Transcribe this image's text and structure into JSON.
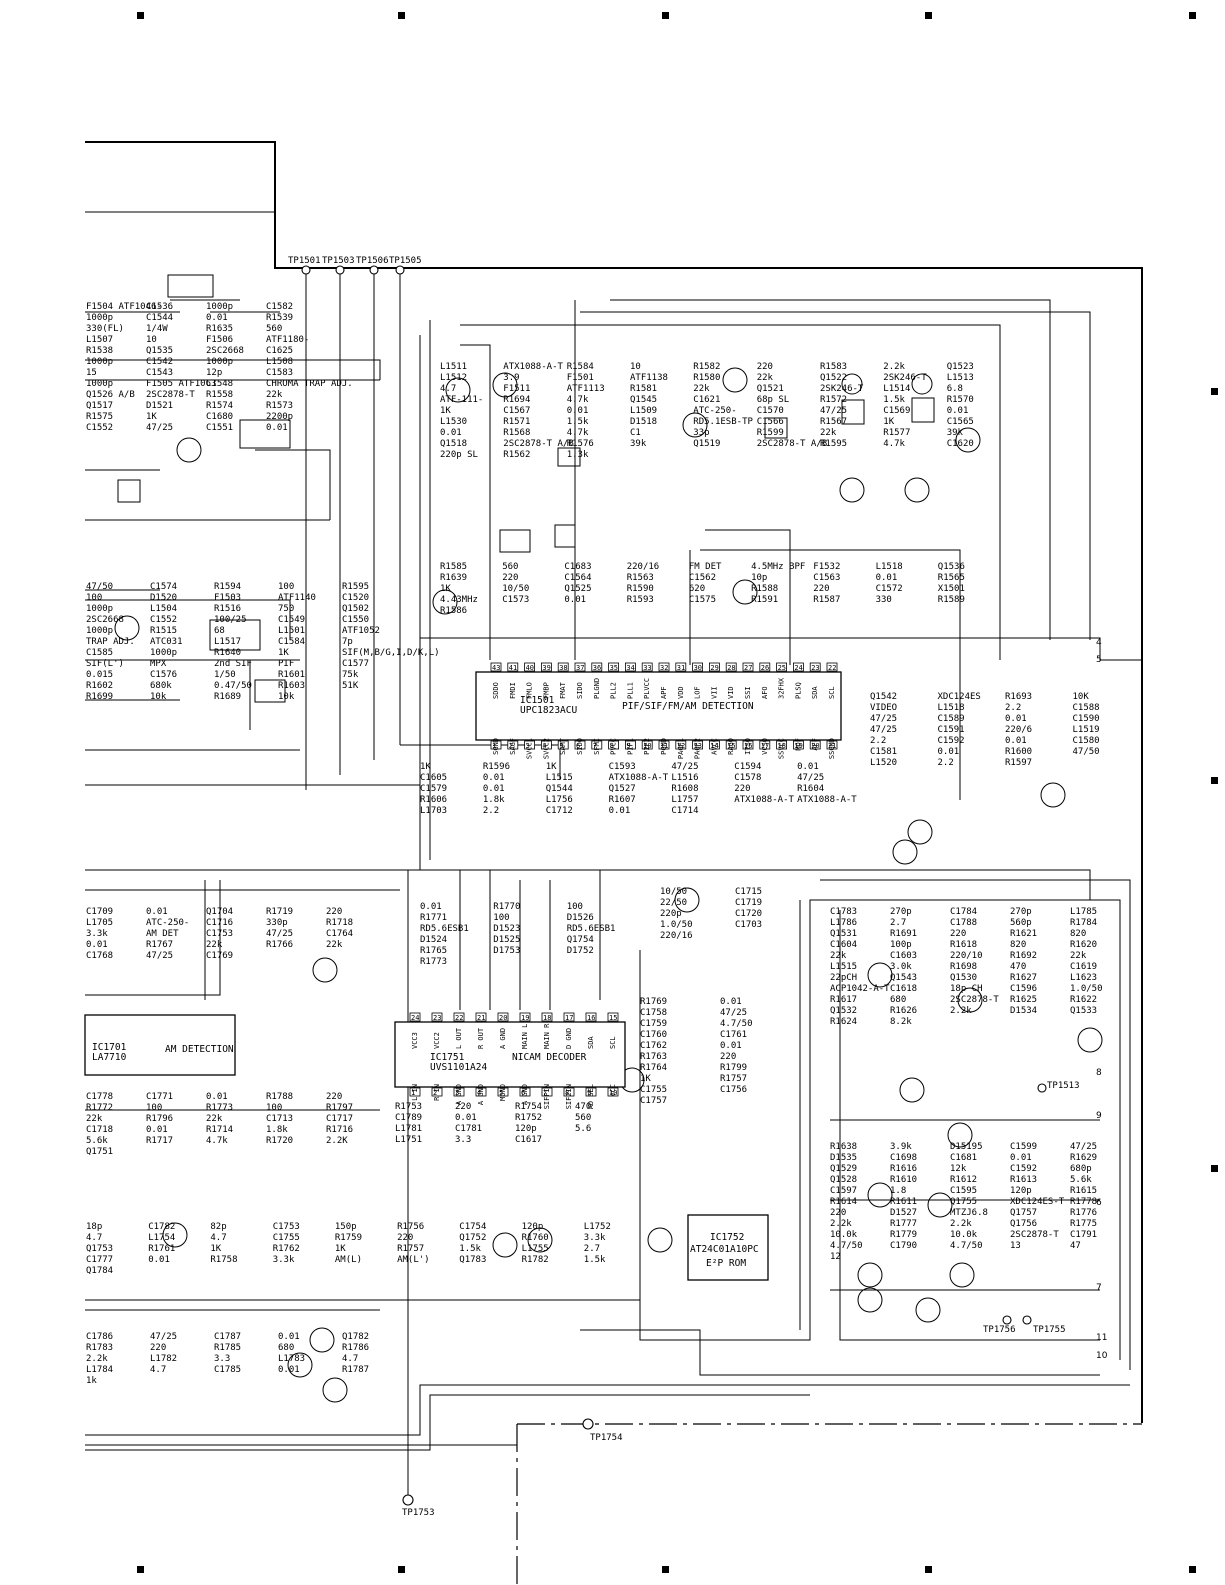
{
  "testpoints": {
    "tp1501": "TP1501",
    "tp1503": "TP1503",
    "tp1506": "TP1506",
    "tp1505": "TP1505",
    "tp1754": "TP1754",
    "tp1753": "TP1753",
    "tp1513": "TP1513",
    "tp1756": "TP1756",
    "tp1755": "TP1755"
  },
  "ics": {
    "ic1501": {
      "ref": "IC1501",
      "part": "UPC1823ACU",
      "function": "PIF/SIF/FM/AM DETECTION",
      "top_pins": [
        "SDDO",
        "FMDI",
        "FMLO",
        "FMBP",
        "FMAT",
        "SIDO",
        "PLGND",
        "PLL2",
        "PLL1",
        "PLVCC",
        "APF",
        "VDD",
        "LOF",
        "VII",
        "VID",
        "SSI",
        "AFO",
        "32FHX",
        "PLSQ",
        "SDA",
        "SCL"
      ],
      "top_nums": [
        "43",
        "41",
        "40",
        "39",
        "38",
        "37",
        "36",
        "35",
        "34",
        "33",
        "32",
        "31",
        "30",
        "29",
        "28",
        "27",
        "26",
        "25",
        "24",
        "23",
        "22"
      ],
      "bot_pins": [
        "SGND",
        "SAGF",
        "SVCC1",
        "SVCC2",
        "SAMT",
        "SIDO",
        "SFMI",
        "PVCC",
        "PIF1",
        "PIF2",
        "PGND",
        "PAGF1",
        "PAGF2",
        "AVCC",
        "RAGO",
        "ITSO",
        "VCSO",
        "SSVCC",
        "MOF",
        "AFF",
        "SSGND"
      ],
      "bot_nums": [
        "1",
        "2",
        "3",
        "4",
        "5",
        "6",
        "7",
        "8",
        "9",
        "10",
        "11",
        "12",
        "13",
        "14",
        "15",
        "16",
        "17",
        "18",
        "19",
        "20",
        "21"
      ]
    },
    "ic1751": {
      "ref": "IC1751",
      "part": "UVS1101A24",
      "function": "NICAM DECODER",
      "top_pins": [
        "VCC3",
        "VCC2",
        "L OUT",
        "R OUT",
        "A GND",
        "MAIN L",
        "MAIN R",
        "D GND",
        "SDA",
        "SCL"
      ],
      "top_nums": [
        "24",
        "23",
        "22",
        "21",
        "20",
        "19",
        "18",
        "17",
        "16",
        "15"
      ],
      "bot_pins": [
        "L IN",
        "R IN",
        "A GND",
        "A GND",
        "MONO",
        "A GND",
        "SIFFIN",
        "SIF2IN",
        "AD SEL",
        "VCC"
      ],
      "bot_nums": [
        "1",
        "2",
        "3",
        "4",
        "5",
        "6",
        "7",
        "8",
        "9",
        "10"
      ]
    },
    "ic1701": {
      "ref": "IC1701",
      "part": "LA7710",
      "function": "AM DETECTION"
    },
    "ic1752": {
      "ref": "IC1752",
      "part": "AT24C01A10PC",
      "function": "E²P ROM"
    }
  },
  "labels": [
    "F1504 ATF1046-",
    "C1536",
    "1000p",
    "C1582",
    "1000p",
    "C1544",
    "0.01",
    "R1539",
    "330(FL)",
    "1/4W",
    "R1635",
    "560",
    "L1507",
    "10",
    "F1506",
    "ATF1180-",
    "R1538",
    "Q1535",
    "2SC2668",
    "C1625",
    "1000p",
    "C1542",
    "1000p",
    "L1508",
    "15",
    "C1543",
    "12p",
    "C1583",
    "1000p",
    "F1505 ATF1063",
    "C1548",
    "CHROMA TRAP ADJ.",
    "Q1526 A/B",
    "2SC2878-T",
    "R1558",
    "22k",
    "Q1517",
    "D1521",
    "R1574",
    "R1573",
    "R1575",
    "1K",
    "C1680",
    "2200p",
    "C1552",
    "47/25",
    "C1551",
    "0.01",
    "L1511",
    "ATX1088-A-T",
    "R1584",
    "10",
    "R1582",
    "220",
    "R1583",
    "2.2k",
    "Q1523",
    "L1512",
    "3.9",
    "F1501",
    "ATF1138",
    "R1580",
    "22k",
    "Q1522",
    "2SK246-T",
    "L1513",
    "4.7",
    "F1511",
    "ATF1113",
    "R1581",
    "22k",
    "Q1521",
    "2SK246-T",
    "L1514",
    "6.8",
    "ATF-111-",
    "R1694",
    "4.7k",
    "Q1545",
    "C1621",
    "68p SL",
    "R1572",
    "1.5k",
    "R1570",
    "1K",
    "C1567",
    "0.01",
    "L1509",
    "ATC-250-",
    "C1570",
    "47/25",
    "C1569",
    "0.01",
    "L1530",
    "R1571",
    "1.5k",
    "D1518",
    "RD5.1ESB-TP",
    "C1566",
    "R1567",
    "1K",
    "C1565",
    "0.01",
    "R1568",
    "4.7k",
    "C1",
    "33p",
    "R1599",
    "22k",
    "R1577",
    "39k",
    "Q1518",
    "2SC2878-T A/B",
    "R1576",
    "39k",
    "Q1519",
    "2SC2878-T A/B",
    "R1595",
    "4.7k",
    "C1620",
    "220p SL",
    "R1562",
    "1.3k",
    "R1585",
    "560",
    "C1683",
    "220/16",
    "FM DET",
    "4.5MHz BPF",
    "F1532",
    "L1518",
    "Q1536",
    "R1639",
    "220",
    "C1564",
    "R1563",
    "C1562",
    "10p",
    "C1563",
    "0.01",
    "R1565",
    "1K",
    "10/50",
    "Q1525",
    "R1590",
    "620",
    "R1588",
    "220",
    "C1572",
    "X1501",
    "4.43MHz",
    "C1573",
    "0.01",
    "R1593",
    "C1575",
    "R1591",
    "R1587",
    "330",
    "R1589",
    "R1586",
    "47/50",
    "C1574",
    "R1594",
    "100",
    "R1595",
    "100",
    "D1520",
    "F1503",
    "ATF1140",
    "C1520",
    "1000p",
    "L1504",
    "R1516",
    "750",
    "Q1502",
    "2SC2668",
    "C1552",
    "100/25",
    "C1549",
    "C1550",
    "1000p",
    "R1515",
    "68",
    "L1501",
    "ATF1052",
    "TRAP ADJ.",
    "ATC031",
    "L1517",
    "C1584",
    "7p",
    "C1585",
    "1000p",
    "R1640",
    "1K",
    "SIF(M,B/G,I,D/K,L)",
    "SIF(L')",
    "MPX",
    "2nd SIF",
    "PIF",
    "C1577",
    "0.015",
    "C1576",
    "1/50",
    "R1601",
    "75k",
    "R1602",
    "680k",
    "0.47/50",
    "R1603",
    "51K",
    "R1699",
    "10k",
    "R1689",
    "10k",
    "Q1542",
    "XDC124ES",
    "R1693",
    "10K",
    "VIDEO",
    "L1518",
    "2.2",
    "C1588",
    "47/25",
    "C1589",
    "0.01",
    "C1590",
    "47/25",
    "C1591",
    "220/6",
    "L1519",
    "2.2",
    "C1592",
    "0.01",
    "C1580",
    "C1581",
    "0.01",
    "R1600",
    "47/50",
    "L1520",
    "2.2",
    "R1597",
    "1K",
    "R1596",
    "1K",
    "C1593",
    "47/25",
    "C1594",
    "0.01",
    "C1605",
    "0.01",
    "L1515",
    "ATX1088-A-T",
    "L1516",
    "C1578",
    "47/25",
    "C1579",
    "0.01",
    "Q1544",
    "Q1527",
    "R1608",
    "220",
    "R1604",
    "R1606",
    "1.8k",
    "L1756",
    "R1607",
    "L1757",
    "ATX1088-A-T",
    "ATX1088-A-T",
    "L1703",
    "2.2",
    "C1712",
    "0.01",
    "C1714",
    "10/50",
    "C1715",
    "22/50",
    "C1719",
    "220p",
    "C1720",
    "1.0/50",
    "C1703",
    "220/16",
    "C1709",
    "0.01",
    "Q1704",
    "R1719",
    "220",
    "L1705",
    "ATC-250-",
    "C1716",
    "330p",
    "R1718",
    "3.3k",
    "AM DET",
    "C1753",
    "47/25",
    "C1764",
    "0.01",
    "R1767",
    "22k",
    "R1766",
    "22k",
    "C1768",
    "47/25",
    "C1769",
    "0.01",
    "R1770",
    "100",
    "R1771",
    "100",
    "D1526",
    "RD5.6ESB1",
    "D1523",
    "RD5.6ESB1",
    "D1524",
    "D1525",
    "Q1754",
    "R1765",
    "D1753",
    "D1752",
    "R1773",
    "R1769",
    "0.01",
    "C1758",
    "47/25",
    "C1759",
    "4.7/50",
    "C1760",
    "C1761",
    "C1762",
    "0.01",
    "R1763",
    "220",
    "R1764",
    "R1799",
    "1K",
    "R1757",
    "C1755",
    "C1756",
    "C1757",
    "C1778",
    "C1771",
    "0.01",
    "R1788",
    "220",
    "R1772",
    "100",
    "R1773",
    "100",
    "R1797",
    "22k",
    "R1796",
    "22k",
    "C1713",
    "C1717",
    "C1718",
    "0.01",
    "R1714",
    "1.8k",
    "R1716",
    "5.6k",
    "R1717",
    "4.7k",
    "R1720",
    "2.2K",
    "Q1751",
    "R1753",
    "220",
    "R1754",
    "470",
    "C1789",
    "0.01",
    "R1752",
    "560",
    "L1781",
    "C1781",
    "120p",
    "5.6",
    "L1751",
    "3.3",
    "C1617",
    "18p",
    "C1782",
    "82p",
    "C1753",
    "150p",
    "R1756",
    "C1754",
    "120p",
    "L1752",
    "4.7",
    "L1754",
    "4.7",
    "C1755",
    "R1759",
    "220",
    "Q1752",
    "R1760",
    "3.3k",
    "Q1753",
    "R1761",
    "1K",
    "R1762",
    "1K",
    "R1757",
    "1.5k",
    "L1755",
    "2.7",
    "C1777",
    "0.01",
    "R1758",
    "3.3k",
    "AM(L)",
    "AM(L')",
    "Q1783",
    "R1782",
    "1.5k",
    "Q1784",
    "C1786",
    "47/25",
    "C1787",
    "0.01",
    "Q1782",
    "R1783",
    "220",
    "R1785",
    "680",
    "R1786",
    "2.2k",
    "L1782",
    "3.3",
    "L1783",
    "4.7",
    "L1784",
    "4.7",
    "C1785",
    "0.01",
    "R1787",
    "1k",
    "C1783",
    "270p",
    "C1784",
    "270p",
    "L1785",
    "L1786",
    "2.7",
    "C1788",
    "560p",
    "R1784",
    "Q1531",
    "R1691",
    "220",
    "R1621",
    "820",
    "C1604",
    "100p",
    "R1618",
    "820",
    "R1620",
    "22k",
    "C1603",
    "220/10",
    "R1692",
    "22k",
    "L1515",
    "3.0k",
    "R1698",
    "470",
    "C1619",
    "22pCH",
    "Q1543",
    "Q1530",
    "R1627",
    "L1623",
    "ACP1042-A-T",
    "C1618",
    "18p CH",
    "C1596",
    "1.0/50",
    "R1617",
    "680",
    "2SC2878-T",
    "R1625",
    "R1622",
    "Q1532",
    "R1626",
    "2.2k",
    "D1534",
    "Q1533",
    "R1624",
    "8.2k",
    "R1638",
    "3.9k",
    "D15195",
    "C1599",
    "47/25",
    "D1535",
    "C1698",
    "C1681",
    "0.01",
    "R1629",
    "Q1529",
    "R1616",
    "12k",
    "C1592",
    "680p",
    "Q1528",
    "R1610",
    "R1612",
    "R1613",
    "5.6k",
    "C1597",
    "1.8",
    "C1595",
    "120p",
    "R1615",
    "R1614",
    "R1611",
    "Q1755",
    "XDC124ES-T",
    "R1778",
    "220",
    "D1527",
    "MTZJ6.8",
    "Q1757",
    "R1776",
    "2.2k",
    "R1777",
    "2.2k",
    "Q1756",
    "R1775",
    "10.0k",
    "R1779",
    "10.0k",
    "2SC2878-T",
    "C1791",
    "4.7/50",
    "C1790",
    "4.7/50",
    "13",
    "47",
    "12"
  ],
  "edge_numbers": [
    "4",
    "5",
    "6",
    "7",
    "8",
    "9",
    "10",
    "11"
  ]
}
